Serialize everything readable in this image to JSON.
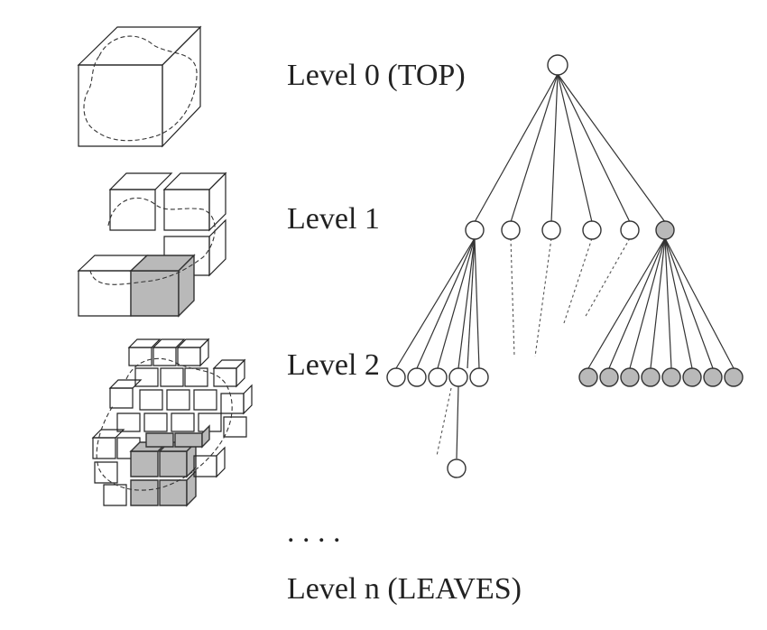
{
  "levels": [
    {
      "label": "Level 0 (TOP)"
    },
    {
      "label": "Level 1"
    },
    {
      "label": "Level 2"
    },
    {
      "label": "Level n (LEAVES)"
    }
  ],
  "ellipsis": ". . . .",
  "tree": {
    "level1_shaded_index": 5,
    "level2_left_group_count": 5,
    "level2_right_group_count": 8,
    "level2_right_shaded": true
  },
  "colors": {
    "shaded": "#b9b9b9",
    "line": "#333333"
  }
}
